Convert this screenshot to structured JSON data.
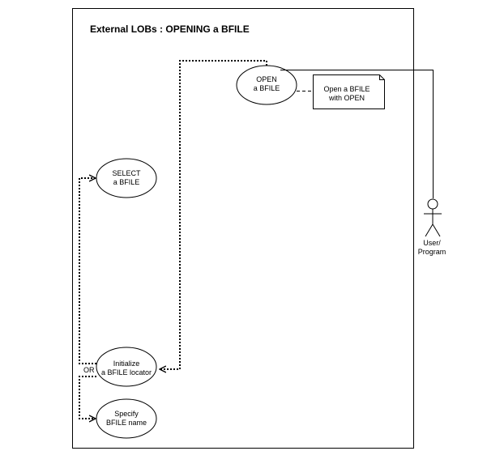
{
  "diagram": {
    "title": "External LOBs : OPENING a BFILE",
    "use_cases": {
      "open": [
        "OPEN",
        "a BFILE"
      ],
      "select": [
        "SELECT",
        "a BFILE"
      ],
      "initialize": [
        "Initialize",
        "a BFILE locator"
      ],
      "specify": [
        "Specify",
        "BFILE name"
      ]
    },
    "note": [
      "Open a BFILE",
      "with OPEN"
    ],
    "actor": [
      "User/",
      "Program"
    ],
    "or_label": "OR"
  }
}
